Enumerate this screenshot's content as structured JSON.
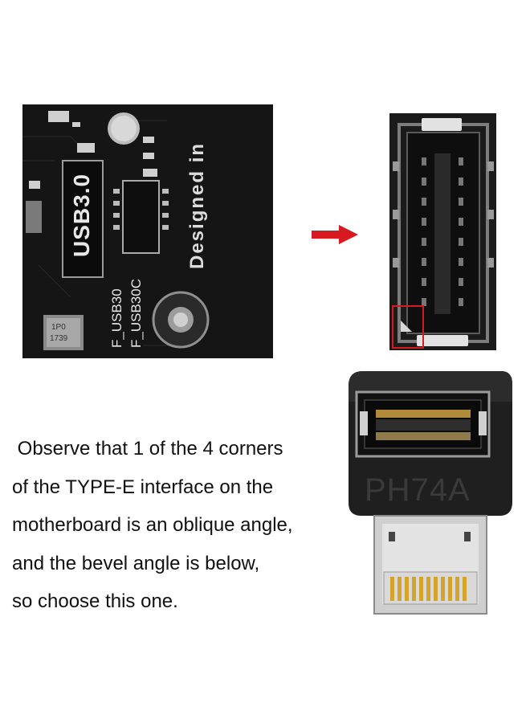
{
  "motherboard": {
    "header_label": "USB3.0",
    "silk_label_1": "F_USB30",
    "silk_label_2": "F_USB30C",
    "brand_text": "Designed in",
    "chip_label_1": "1P0",
    "chip_label_2": "1739"
  },
  "adapter": {
    "model_label": "PH74A"
  },
  "caption": {
    "lines": [
      " Observe that 1 of the 4 corners",
      "of the TYPE-E interface on the",
      "motherboard is an oblique angle,",
      "and the bevel angle is below,",
      "so choose this one."
    ]
  },
  "colors": {
    "arrow": "#d71920",
    "highlight_box": "#d71920",
    "pcb": "#161616"
  }
}
